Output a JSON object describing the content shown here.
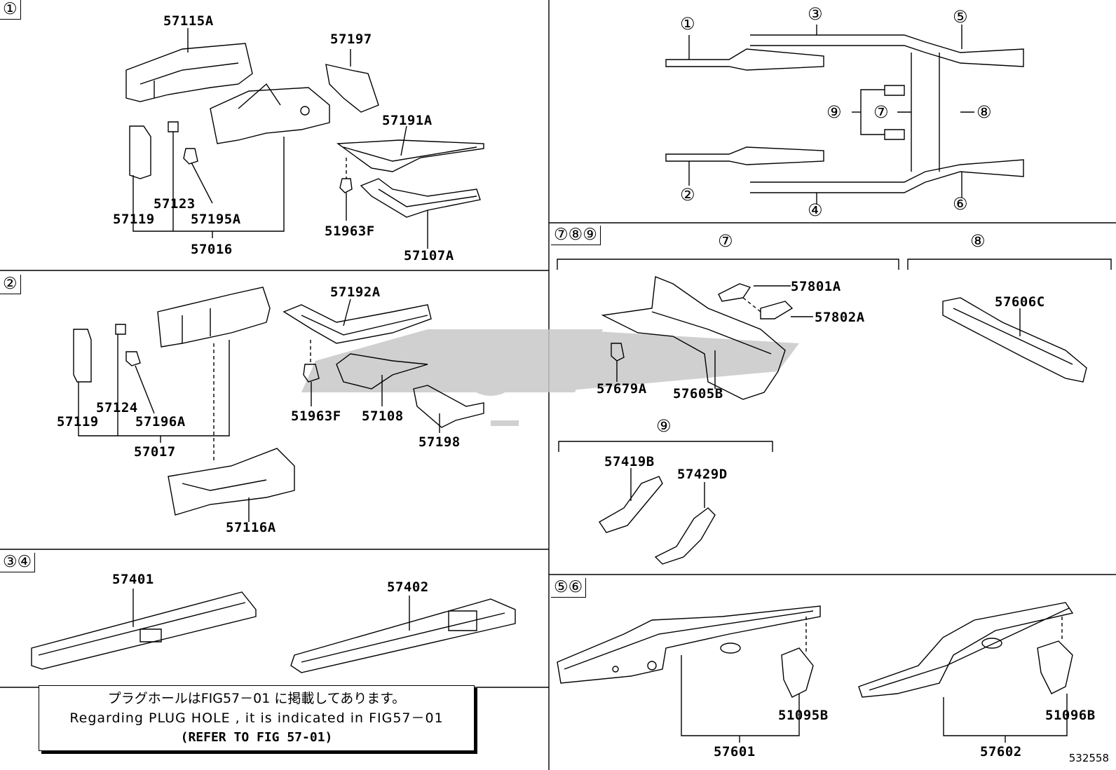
{
  "sections": {
    "s1": {
      "label": "①",
      "parts": [
        "57115A",
        "57197",
        "57191A",
        "57123",
        "57119",
        "57195A",
        "57016",
        "51963F",
        "57107A"
      ]
    },
    "s2": {
      "label": "②",
      "parts": [
        "57192A",
        "57119",
        "57124",
        "57196A",
        "57017",
        "51963F",
        "57108",
        "57198",
        "57116A"
      ]
    },
    "s34": {
      "label": "③④",
      "parts": [
        "57401",
        "57402"
      ]
    },
    "s789": {
      "label": "⑦⑧⑨",
      "sub7": "⑦",
      "sub8": "⑧",
      "sub9": "⑨",
      "parts": [
        "57801A",
        "57802A",
        "57679A",
        "57605B",
        "57606C",
        "57419B",
        "57429D"
      ]
    },
    "s56": {
      "label": "⑤⑥",
      "parts": [
        "57601",
        "51095B",
        "57602",
        "51096B"
      ]
    }
  },
  "overview": {
    "callouts": [
      "①",
      "②",
      "③",
      "④",
      "⑤",
      "⑥",
      "⑦",
      "⑧",
      "⑨"
    ]
  },
  "note": {
    "jp": "プラグホールはFIG57－01 に掲載してあります。",
    "en": "Regarding PLUG HOLE , it is indicated in FIG57－01",
    "ref": "(REFER TO FIG 57-01)"
  },
  "figure_number": "532558",
  "colors": {
    "line": "#000000",
    "watermark": "#c8c8c8"
  }
}
